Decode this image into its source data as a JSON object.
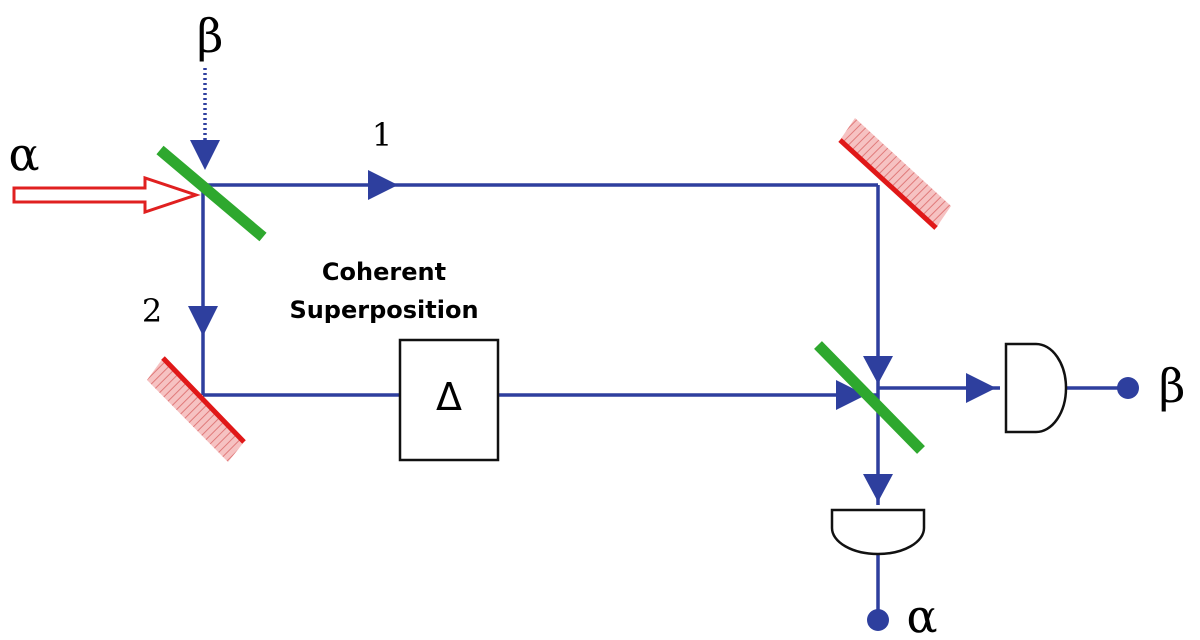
{
  "labels": {
    "input_alpha": "α",
    "input_beta": "β",
    "path_1": "1",
    "path_2": "2",
    "superposition_line1": "Coherent",
    "superposition_line2": "Superposition",
    "phase_shifter": "Δ",
    "output_beta": "β",
    "output_alpha": "α"
  },
  "colors": {
    "beam": "#2e3f9e",
    "input_arrow": "#e02020",
    "beam_splitter": "#2ea82e",
    "mirror_surface": "#e01818",
    "mirror_hatch_bg": "#f6c2c2",
    "mirror_hatch_line": "#e07a7a",
    "detector": "#111111"
  }
}
